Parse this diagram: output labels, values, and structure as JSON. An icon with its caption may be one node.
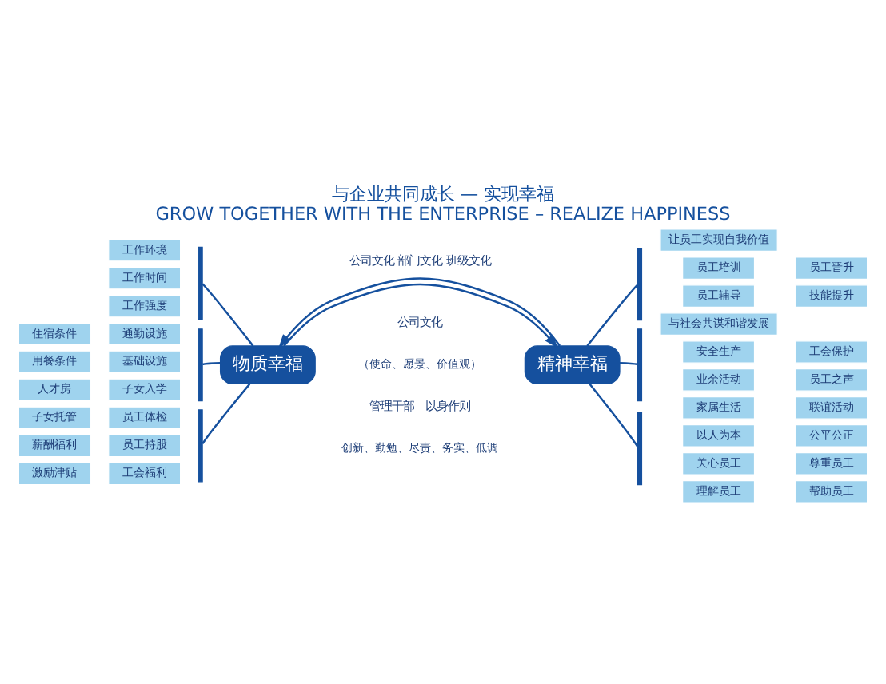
{
  "diagram": {
    "title": "与企业共同成长 — 实现幸福",
    "caption": "GROW TOGETHER WITH THE ENTERPRISE – REALIZE HAPPINESS",
    "nodes": [
      {
        "text": [],
        "shape": "bar"
      },
      {
        "text": [
          "薪酬福利"
        ]
      },
      {
        "text": [
          "员工持股"
        ]
      },
      {
        "text": [
          "激励津贴"
        ]
      },
      {
        "text": [
          "工会福利"
        ]
      },
      {
        "text": [],
        "shape": "bar"
      },
      {
        "text": [
          "工作环境"
        ]
      },
      {
        "text": [
          "工作时间"
        ]
      },
      {
        "text": [
          "工作强度"
        ]
      },
      {
        "text": [],
        "shape": "bar"
      },
      {
        "text": [
          "住宿条件"
        ]
      },
      {
        "text": [
          "通勤设施"
        ]
      },
      {
        "text": [
          "用餐条件"
        ]
      },
      {
        "text": [
          "基础设施"
        ]
      },
      {
        "text": [
          "人才房"
        ]
      },
      {
        "text": [
          "子女入学"
        ]
      },
      {
        "text": [
          "子女托管"
        ]
      },
      {
        "text": [
          "员工体检"
        ]
      },
      {
        "text": [
          "物质幸福"
        ]
      },
      {
        "text": [
          "公司文化 部门文化 班级文化"
        ]
      },
      {
        "text": [
          "精神幸福"
        ]
      },
      {
        "text": [],
        "shape": "bar"
      },
      {
        "text": [
          "让员工实现自我价值"
        ]
      },
      {
        "text": [
          "员工培训"
        ]
      },
      {
        "text": [
          "员工晋升"
        ]
      },
      {
        "text": [
          "员工辅导"
        ]
      },
      {
        "text": [
          "技能提升"
        ]
      },
      {
        "text": [],
        "shape": "bar"
      },
      {
        "text": [
          "与社会共谋和谐发展"
        ]
      },
      {
        "text": [
          "安全生产"
        ]
      },
      {
        "text": [
          "工会保护"
        ]
      },
      {
        "text": [
          "业余活动"
        ]
      },
      {
        "text": [
          "员工之声"
        ]
      },
      {
        "text": [
          "家属生活"
        ]
      },
      {
        "text": [
          "联谊活动"
        ]
      },
      {
        "text": [],
        "shape": "bar"
      },
      {
        "text": [
          "以人为本"
        ]
      },
      {
        "text": [
          "公平公正"
        ]
      },
      {
        "text": [
          "关心员工"
        ]
      },
      {
        "text": [
          "尊重员工"
        ]
      },
      {
        "text": [
          "理解员工"
        ]
      },
      {
        "text": [
          "帮助员工"
        ]
      }
    ],
    "edges": [
      {
        "from": 18,
        "to": 0,
        "arrow": "none"
      },
      {
        "from": 18,
        "to": 5,
        "arrow": "none"
      },
      {
        "from": 18,
        "to": 9,
        "arrow": "none"
      },
      {
        "from": 18,
        "to": 20,
        "arrow": "to"
      },
      {
        "from": 20,
        "to": 18,
        "arrow": "to"
      },
      {
        "from": 20,
        "to": 21,
        "arrow": "none"
      },
      {
        "from": 20,
        "to": 27,
        "arrow": "none"
      },
      {
        "from": 20,
        "to": 35,
        "arrow": "none"
      }
    ],
    "labels": [
      "公司文化",
      "（使命、愿景、价值观）",
      "管理干部　以身作则",
      "创新、勤勉、尽责、务实、低调"
    ]
  }
}
